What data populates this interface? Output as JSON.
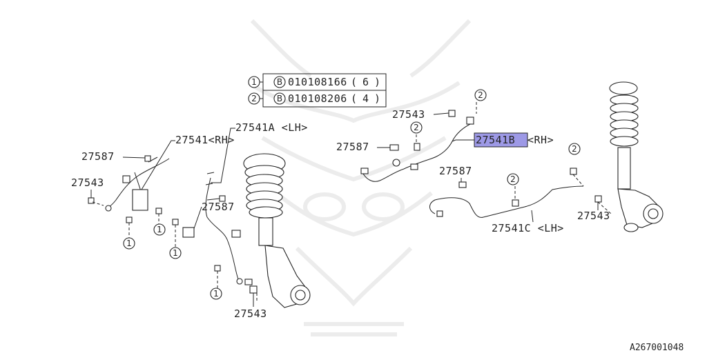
{
  "legend": [
    {
      "num": "1",
      "bolt_marker": "B",
      "part": "010108166",
      "qty": "6"
    },
    {
      "num": "2",
      "bolt_marker": "B",
      "part": "010108206",
      "qty": "4"
    }
  ],
  "labels": {
    "l_27541A": "27541A <LH>",
    "l_27541": "27541<RH>",
    "l_27587_left": "27587",
    "l_27543_left": "27543",
    "l_27587_mid": "27587",
    "l_27543_bottom": "27543",
    "l_27543_top": "27543",
    "l_27587_top": "27587",
    "l_27541B": "27541B",
    "l_27541B_suffix": "<RH>",
    "l_27587_right": "27587",
    "l_27541C": "27541C <LH>",
    "l_27543_right": "27543"
  },
  "callouts": {
    "one": "1",
    "two": "2"
  },
  "figure_id": "A267001048",
  "colors": {
    "highlight": "#9d99e6",
    "line": "#222222",
    "watermark": "#eeeeee"
  }
}
